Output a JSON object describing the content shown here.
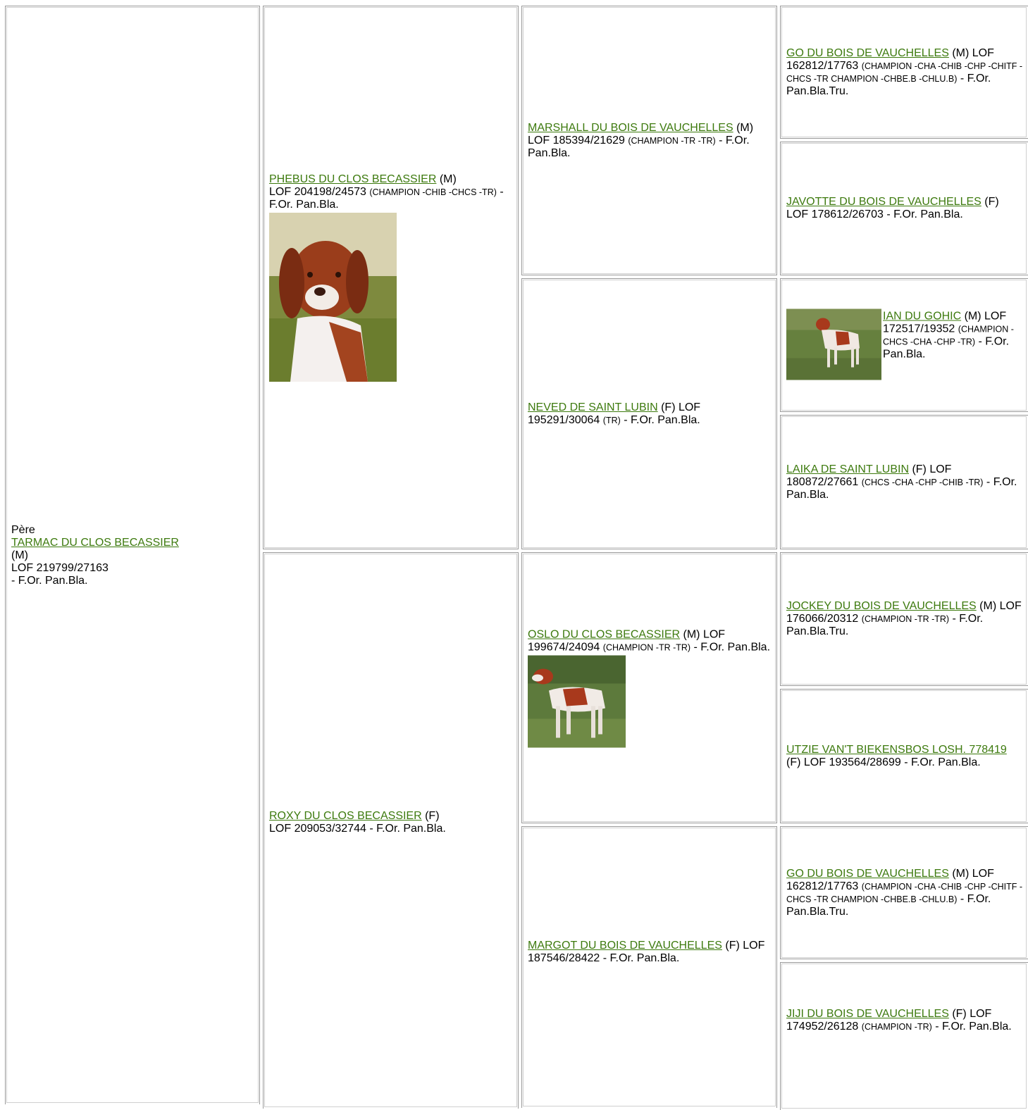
{
  "father": {
    "heading": "Père",
    "name": "TARMAC DU CLOS BECASSIER",
    "sex": "(M)",
    "lof": "LOF 219799/27163",
    "tail": "- F.Or. Pan.Bla."
  },
  "gen2": [
    {
      "name": "PHEBUS DU CLOS BECASSIER",
      "rest1": " (M)",
      "reg": "LOF 204198/24573 ",
      "titles": "(CHAMPION -CHIB -CHCS -TR)",
      "tail": " - F.Or. Pan.Bla.",
      "photo": "spaniel-portrait"
    },
    {
      "name": "ROXY DU CLOS BECASSIER",
      "rest1": " (F)",
      "reg": "LOF 209053/32744 - F.Or. Pan.Bla.",
      "titles": "",
      "tail": ""
    }
  ],
  "gen3": [
    {
      "name": "MARSHALL DU BOIS DE VAUCHELLES",
      "rest1": " (M) LOF 185394/21629 ",
      "titles": "(CHAMPION -TR -TR)",
      "tail": " - F.Or. Pan.Bla."
    },
    {
      "name": "NEVED DE SAINT LUBIN",
      "rest1": " (F) LOF 195291/30064 ",
      "titles": "(TR)",
      "tail": " - F.Or. Pan.Bla."
    },
    {
      "name": "OSLO DU CLOS BECASSIER",
      "rest1": " (M) LOF 199674/24094 ",
      "titles": "(CHAMPION -TR -TR)",
      "tail": " - F.Or. Pan.Bla.",
      "photo": "pointing-dog-field"
    },
    {
      "name": "MARGOT DU BOIS DE VAUCHELLES",
      "rest1": " (F) LOF 187546/28422 - F.Or. Pan.Bla.",
      "titles": "",
      "tail": ""
    }
  ],
  "gen4": [
    {
      "name": "GO DU BOIS DE VAUCHELLES",
      "rest1": " (M) LOF 162812/17763 ",
      "titles": "(CHAMPION -CHA -CHIB -CHP -CHITF -CHCS -TR CHAMPION -CHBE.B -CHLU.B)",
      "tail": " - F.Or. Pan.Bla.Tru."
    },
    {
      "name": "JAVOTTE DU BOIS DE VAUCHELLES",
      "rest1": " (F) LOF 178612/26703 - F.Or. Pan.Bla.",
      "titles": "",
      "tail": ""
    },
    {
      "name": "IAN DU GOHIC",
      "rest1": " (M) LOF 172517/19352 ",
      "titles": "(CHAMPION -CHCS -CHA -CHP -TR)",
      "tail": " - F.Or. Pan.Bla.",
      "photo": "standing-dog-grass"
    },
    {
      "name": "LAIKA DE SAINT LUBIN",
      "rest1": " (F) LOF 180872/27661 ",
      "titles": "(CHCS -CHA -CHP -CHIB -TR)",
      "tail": " - F.Or. Pan.Bla."
    },
    {
      "name": "JOCKEY DU BOIS DE VAUCHELLES",
      "rest1": " (M) LOF 176066/20312 ",
      "titles": "(CHAMPION -TR -TR)",
      "tail": " - F.Or. Pan.Bla.Tru."
    },
    {
      "name": "UTZIE VAN'T BIEKENSBOS LOSH. 778419",
      "rest1": " (F) LOF 193564/28699 - F.Or. Pan.Bla.",
      "titles": "",
      "tail": ""
    },
    {
      "name": "GO DU BOIS DE VAUCHELLES",
      "rest1": " (M) LOF 162812/17763 ",
      "titles": "(CHAMPION -CHA -CHIB -CHP -CHITF -CHCS -TR CHAMPION -CHBE.B -CHLU.B)",
      "tail": " - F.Or. Pan.Bla.Tru."
    },
    {
      "name": "JIJI DU BOIS DE VAUCHELLES",
      "rest1": " (F) LOF 174952/26128 ",
      "titles": "(CHAMPION -TR)",
      "tail": " - F.Or. Pan.Bla."
    }
  ],
  "colors": {
    "link": "#3d7a0e",
    "border": "#9a9a9a"
  }
}
